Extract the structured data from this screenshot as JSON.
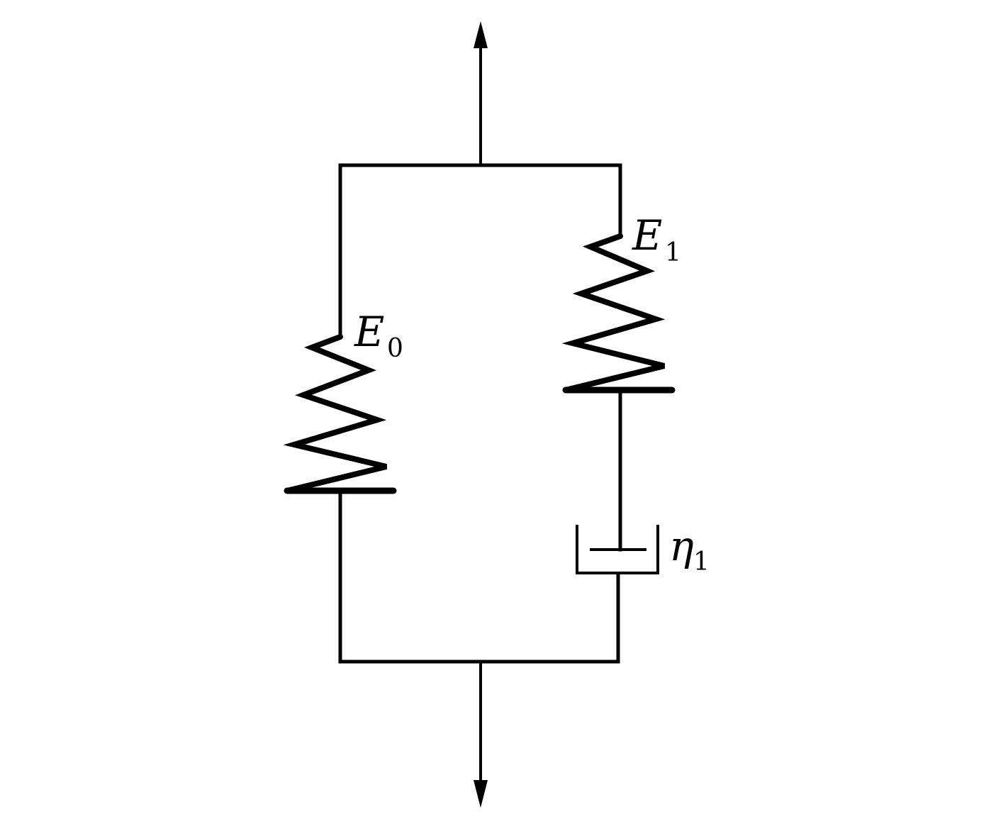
{
  "labels": {
    "e0": {
      "symbol": "E",
      "subscript": "0"
    },
    "e1": {
      "symbol": "E",
      "subscript": "1"
    },
    "eta1": {
      "symbol": "η",
      "subscript": "1"
    }
  },
  "colors": {
    "line": "#000000",
    "background": "#ffffff"
  }
}
